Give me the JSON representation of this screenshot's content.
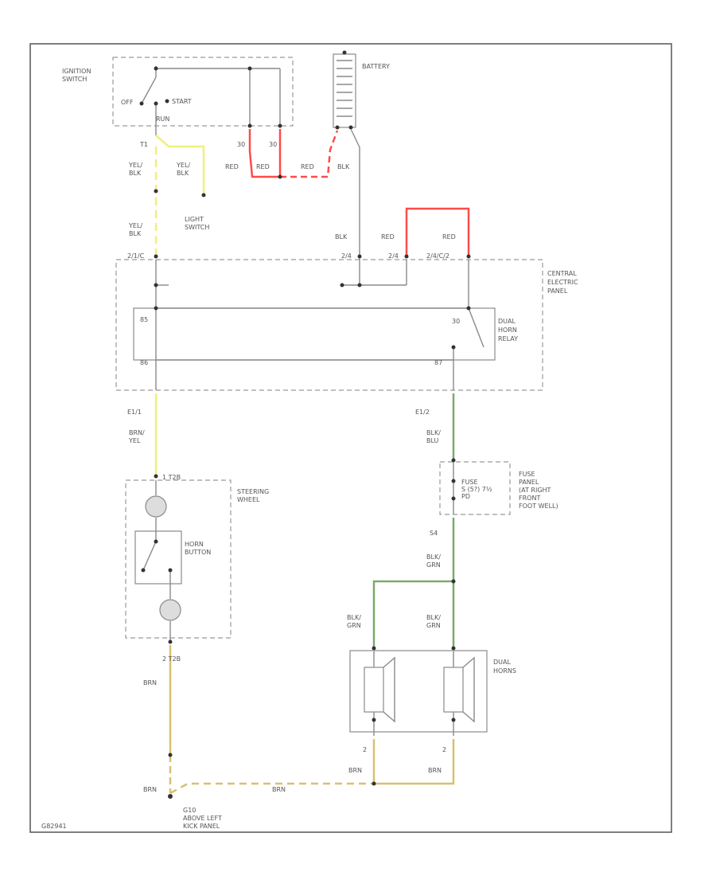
{
  "colors": {
    "red": "#ff4b4b",
    "yellow": "#f0f07a",
    "green": "#7aaa6a",
    "brown": "#d8c070",
    "gray": "#8a8a8a",
    "dark": "#333333"
  },
  "components": {
    "ignition_switch": "IGNITION\nSWITCH",
    "off": "OFF",
    "start": "START",
    "run": "RUN",
    "battery": "BATTERY",
    "light_switch": "LIGHT\nSWITCH",
    "central_electric_panel": "CENTRAL\nELECTRIC\nPANEL",
    "dual_horn_relay": "DUAL\nHORN\nRELAY",
    "steering_wheel": "STEERING\nWHEEL",
    "horn_button": "HORN\nBUTTON",
    "fuse_panel": "FUSE\nPANEL\n(AT RIGHT\nFRONT\nFOOT WELL)",
    "fuse": "FUSE\nS (5?) 7½\nPD",
    "dual_horns": "DUAL\nHORNS",
    "ground": "G10\nABOVE LEFT\nKICK PANEL"
  },
  "wires": {
    "yel_blk": "YEL/\nBLK",
    "red": "RED",
    "blk": "BLK",
    "brn_yel": "BRN/\nYEL",
    "blk_blu": "BLK/\nBLU",
    "blk_grn": "BLK/\nGRN",
    "brn": "BRN"
  },
  "pins": {
    "t1": "T1",
    "p30a": "30",
    "p30b": "30",
    "p2_1": "2/1/C",
    "p2_a": "2/4",
    "p2_b": "2/4",
    "p2_c": "2/4/C/2",
    "p85": "85",
    "p86": "86",
    "p30r": "30",
    "p87": "87",
    "e1": "E1/1",
    "e2": "E1/2",
    "t2b": "1 T2B",
    "t2c": "2 T2B",
    "fuse_out": "S4",
    "h1": "2",
    "h2": "2"
  },
  "footer": {
    "code": "G82941"
  }
}
